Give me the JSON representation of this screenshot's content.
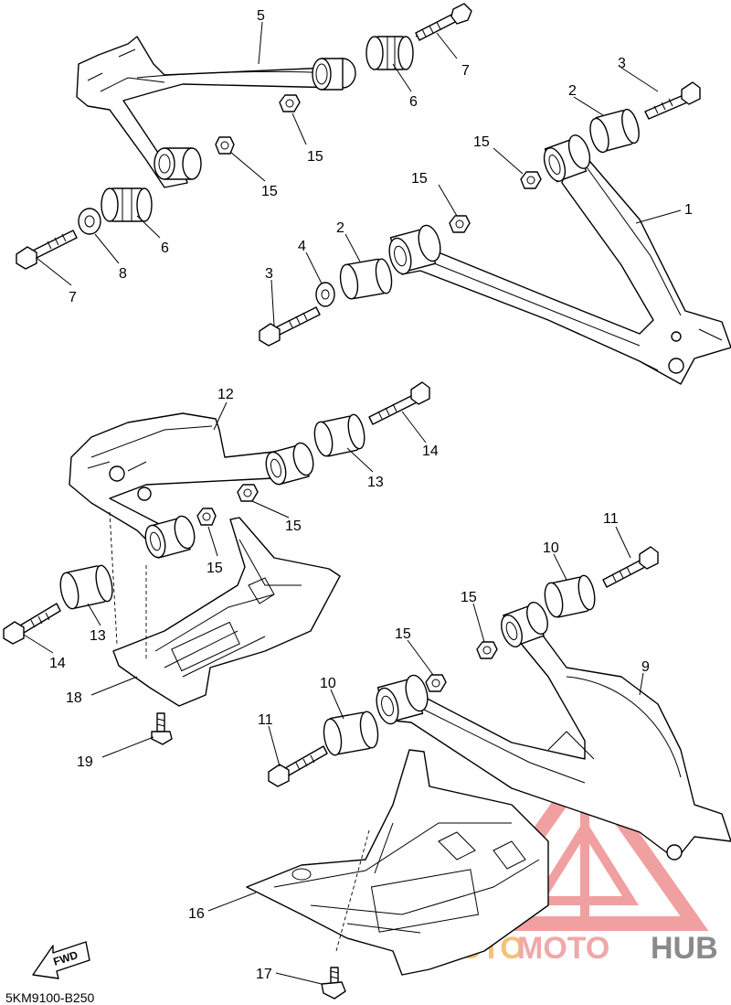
{
  "diagram_code": "5KM9100-B250",
  "fwd_label": "FWD",
  "watermark": {
    "part1": "AUTO",
    "part2": "MOTO",
    "part3": "HUB"
  },
  "labels": {
    "l5": "5",
    "l7a": "7",
    "l6a": "6",
    "l15a": "15",
    "l3a": "3",
    "l2a": "2",
    "l15b": "15",
    "l15c": "15",
    "l1": "1",
    "l15d": "15",
    "l6b": "6",
    "l8": "8",
    "l7b": "7",
    "l4": "4",
    "l2b": "2",
    "l3b": "3",
    "l12": "12",
    "l14a": "14",
    "l13a": "13",
    "l15e": "15",
    "l15f": "15",
    "l13b": "13",
    "l14b": "14",
    "l18": "18",
    "l19": "19",
    "l11a": "11",
    "l10a": "10",
    "l15g": "15",
    "l9": "9",
    "l15h": "15",
    "l10b": "10",
    "l11b": "11",
    "l16": "16",
    "l17": "17"
  }
}
